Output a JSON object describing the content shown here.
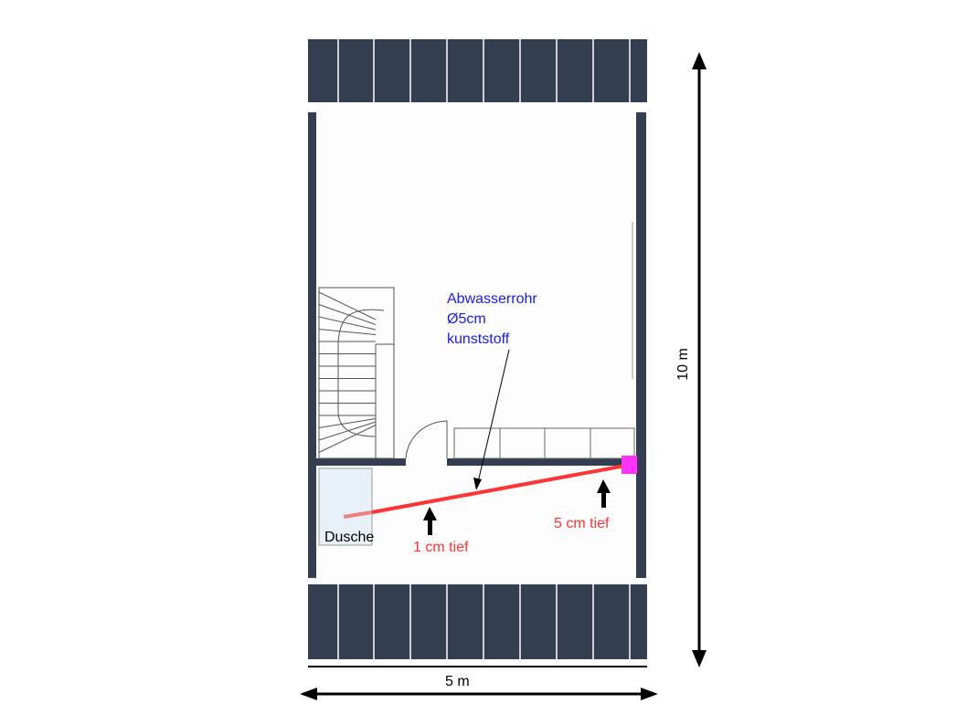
{
  "annotations": {
    "pipe_line1": "Abwasserrohr",
    "pipe_line2": "Ø5cm",
    "pipe_line3": "kunststoff",
    "depth_left": "1 cm tief",
    "depth_right": "5 cm tief",
    "shower": "Dusche",
    "width_dim": "5 m",
    "height_dim": "10 m"
  },
  "colors": {
    "wall": "#333f50",
    "pipe": "#ff3333",
    "drain": "#ff33ff",
    "annotation_blue": "#1a1aff",
    "shower_fill": "#e8f1f8"
  }
}
